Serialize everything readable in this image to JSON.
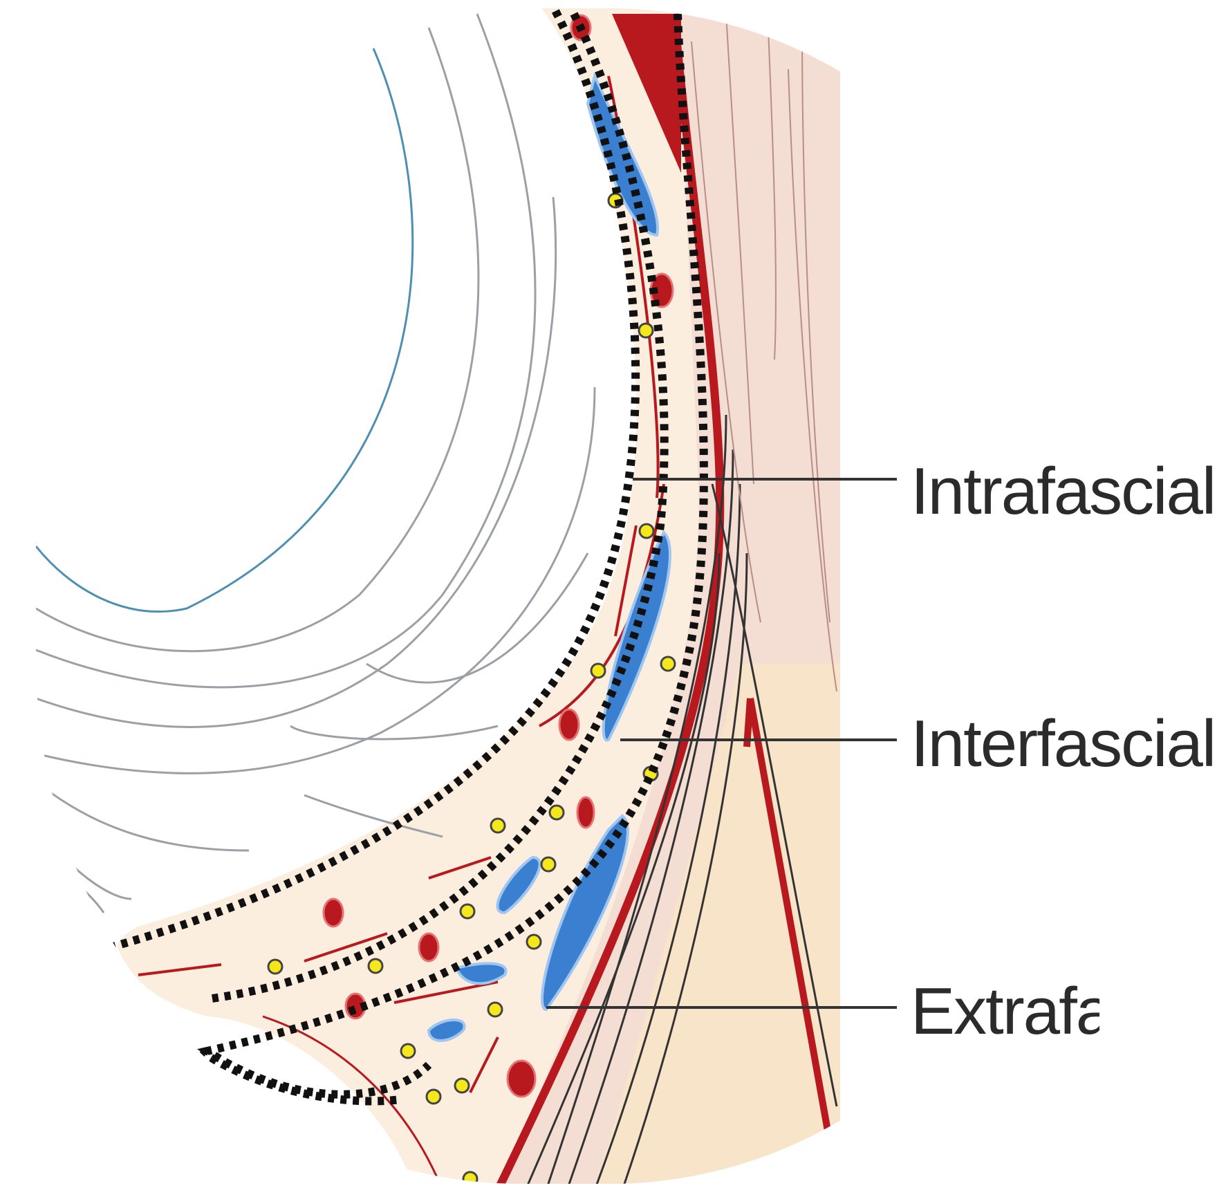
{
  "diagram": {
    "labels": [
      {
        "id": "intrafascial",
        "text": "Intrafascial"
      },
      {
        "id": "interfascial",
        "text": "Interfascial"
      },
      {
        "id": "extrafascial",
        "text": "Extrafa"
      }
    ],
    "colors": {
      "background": "#ffffff",
      "fat_tissue": "#fbeede",
      "muscle_tissue": "#f4ddd2",
      "lower_tissue": "#f8e4c8",
      "artery_red": "#b8191e",
      "vein_blue": "#3a7fd0",
      "nerve_yellow": "#f4e71c",
      "fascia_dots": "#111111",
      "fiber_grey": "#9aa0a6",
      "fiber_blue": "#4d8fb3",
      "leader_line": "#333333"
    }
  }
}
